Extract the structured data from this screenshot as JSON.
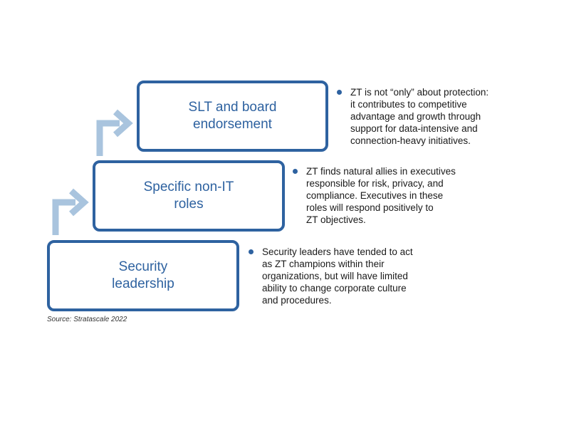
{
  "diagram": {
    "steps": [
      {
        "label": "SLT and board\nendorsement",
        "note": "ZT is not “only” about protection:\nit contributes to competitive\nadvantage and growth through\nsupport for data-intensive and\nconnection-heavy initiatives."
      },
      {
        "label": "Specific non-IT\nroles",
        "note": "ZT finds natural allies in executives\nresponsible for risk, privacy, and\ncompliance. Executives in these\nroles will respond positively to\nZT objectives."
      },
      {
        "label": "Security\nleadership",
        "note": "Security leaders have tended to act\nas ZT champions within their\norganizations, but will have limited\nability to change corporate culture\nand procedures."
      }
    ],
    "source": "Source: Stratascale 2022",
    "colors": {
      "box_border": "#2e62a0",
      "label_text": "#2e62a0",
      "bullet": "#2e62a0",
      "arrow": "#a9c4de"
    },
    "arrow_icon": "arrow-up-right-icon"
  }
}
